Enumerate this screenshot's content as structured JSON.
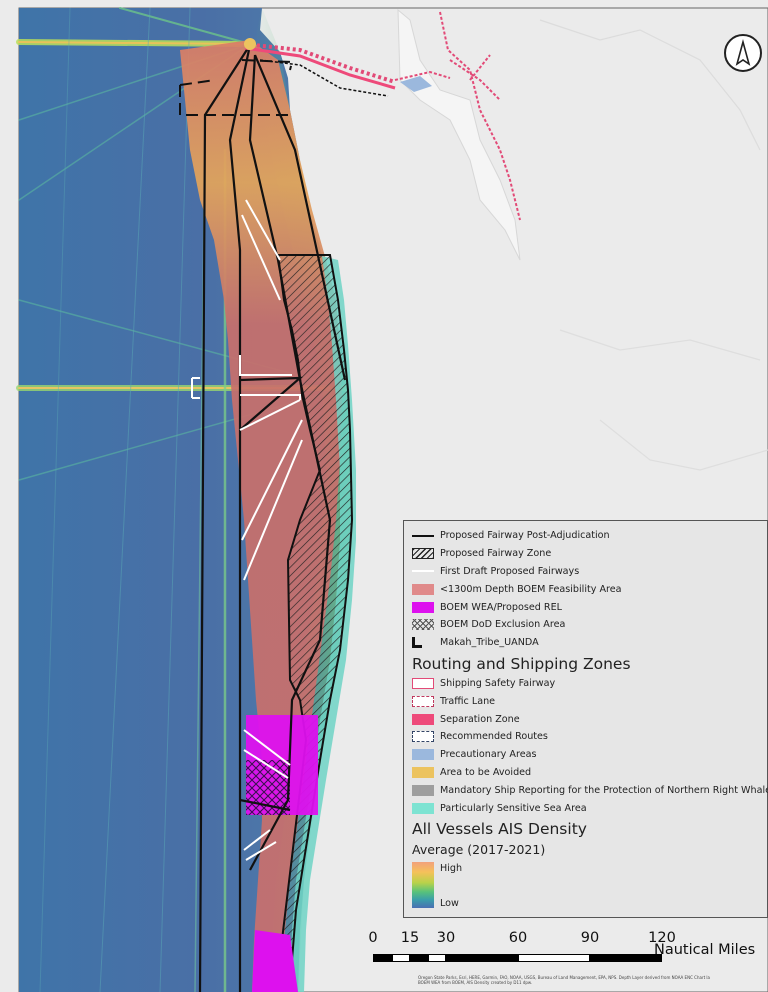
{
  "colors": {
    "land": "#e9e9e9",
    "water_land": "#f4f4f4",
    "ocean_low": "#4b6ea8",
    "feasibility": "#d7716b",
    "wea": "#dd11ee",
    "fairway_post": "#111111",
    "fairway_draft": "#ffffff",
    "traffic_lane": "#e24a77",
    "atba": "#ecc35f",
    "pssa": "#7de3d2"
  },
  "north_arrow": {
    "icon": "north-arrow-icon"
  },
  "legend": {
    "items": [
      {
        "symbol": "line-black",
        "label": "Proposed Fairway Post-Adjudication"
      },
      {
        "symbol": "hatch",
        "label": "Proposed Fairway Zone"
      },
      {
        "symbol": "line-white",
        "label": "First Draft Proposed Fairways"
      },
      {
        "symbol": "fill-salmon",
        "label": "<1300m Depth BOEM Feasibility Area"
      },
      {
        "symbol": "fill-magenta",
        "label": "BOEM WEA/Proposed REL"
      },
      {
        "symbol": "cross",
        "label": "BOEM DoD Exclusion Area"
      },
      {
        "symbol": "bracket",
        "label": "Makah_Tribe_UANDA"
      }
    ],
    "routing_title": "Routing and Shipping Zones",
    "routing_items": [
      {
        "symbol": "ssf",
        "label": "Shipping Safety Fairway"
      },
      {
        "symbol": "tl",
        "label": "Traffic Lane"
      },
      {
        "symbol": "sep",
        "label": "Separation Zone"
      },
      {
        "symbol": "rec",
        "label": "Recommended Routes"
      },
      {
        "symbol": "prec",
        "label": "Precautionary Areas"
      },
      {
        "symbol": "atba",
        "label": "Area to be Avoided"
      },
      {
        "symbol": "msr",
        "label": "Mandatory Ship Reporting for the Protection of Northern Right Whales"
      },
      {
        "symbol": "pssa",
        "label": "Particularly Sensitive Sea Area"
      }
    ],
    "ais_title": "All Vessels AIS Density",
    "ais_subtitle": "Average (2017-2021)",
    "ramp_high": "High",
    "ramp_low": "Low"
  },
  "scalebar": {
    "ticks": [
      "0",
      "15",
      "30",
      "60",
      "90",
      "120"
    ],
    "units": "Nautical Miles"
  },
  "credits": {
    "line1": "Oregon State Parks, Esri, HERE, Garmin, FAO, NOAA, USGS, Bureau of Land Management, EPA, NPS. Depth Layer derived from NOAA ENC Chart la",
    "line2": "BOEM WEA from BOEM, AIS Density created by D11 dpw."
  }
}
